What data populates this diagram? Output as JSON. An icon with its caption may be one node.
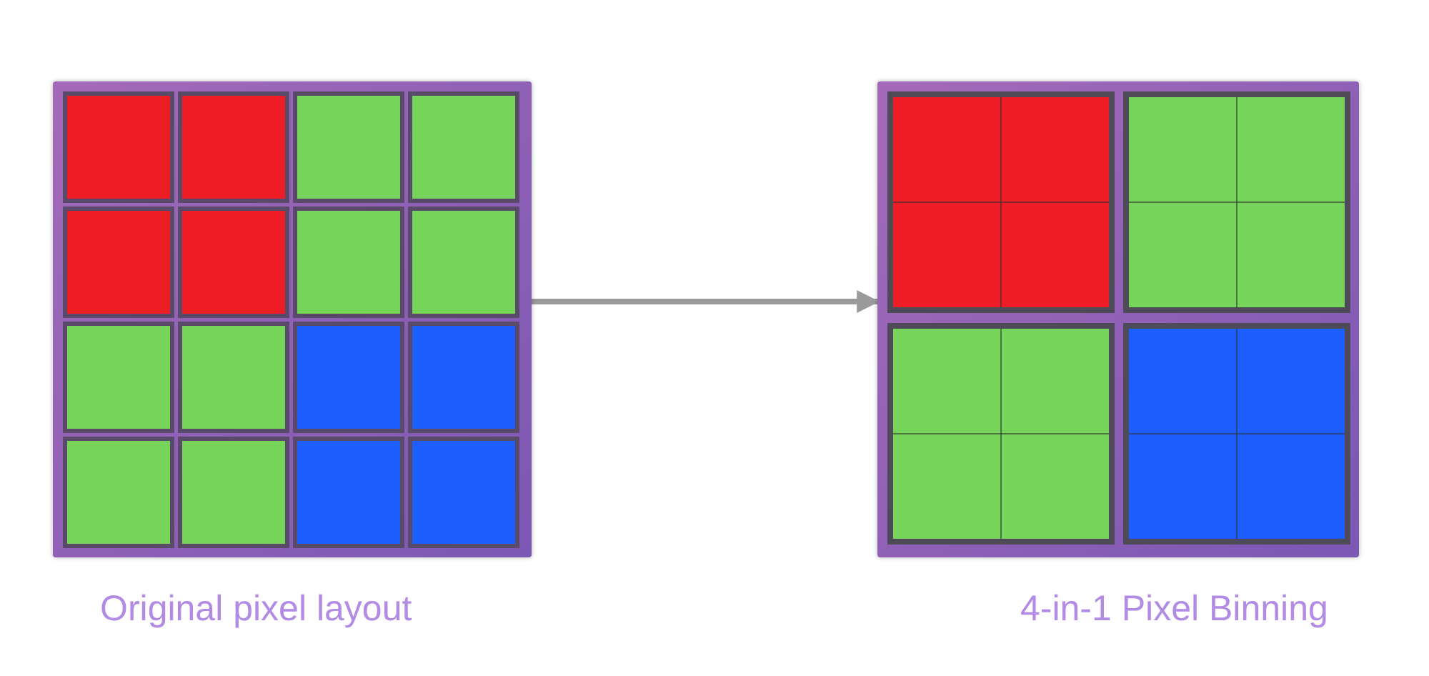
{
  "diagram": {
    "nodes": [
      {
        "text": [],
        "shape": "box",
        "beside": [
          "Original pixel layout"
        ]
      },
      {
        "text": [],
        "shape": "box",
        "beside": [
          "4-in-1 Pixel Binning"
        ]
      }
    ],
    "edges": [
      {
        "from": 0,
        "to": 1,
        "arrow": "to"
      }
    ]
  }
}
